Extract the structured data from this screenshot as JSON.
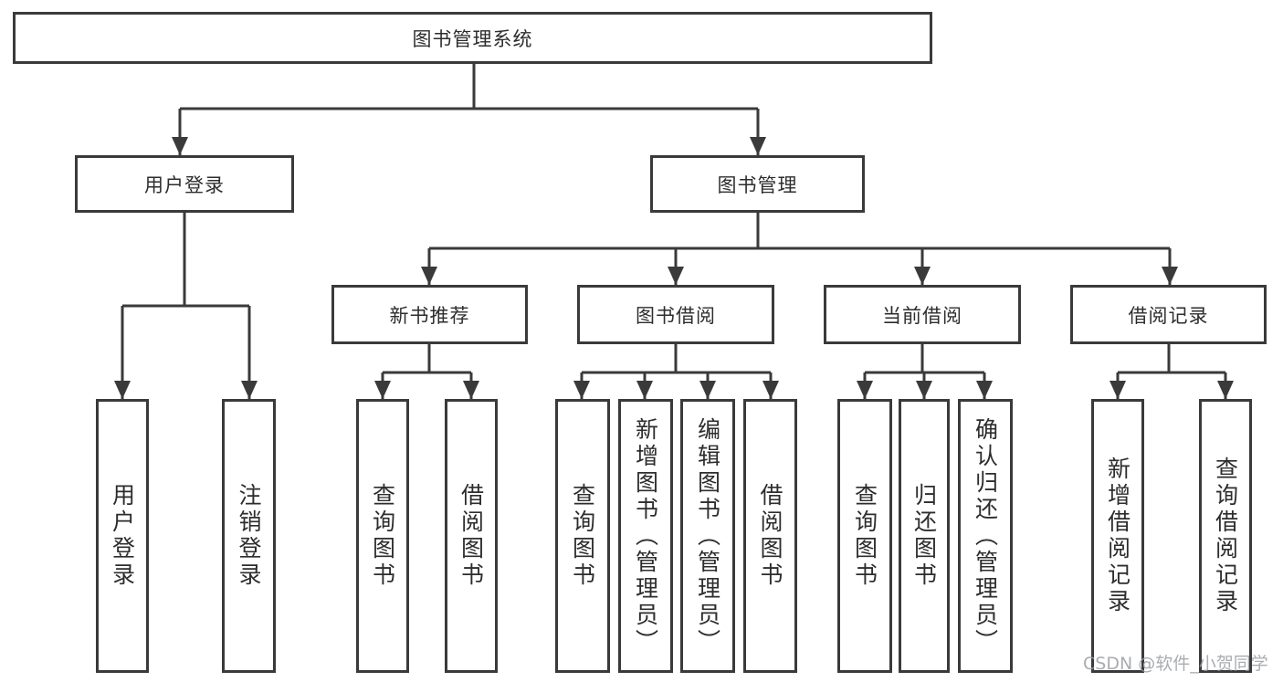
{
  "tree": {
    "root": {
      "label": "图书管理系统"
    },
    "level2": [
      {
        "label": "用户登录",
        "parent": "图书管理系统"
      },
      {
        "label": "图书管理",
        "parent": "图书管理系统"
      }
    ],
    "level3": [
      {
        "label": "新书推荐",
        "parent": "图书管理"
      },
      {
        "label": "图书借阅",
        "parent": "图书管理"
      },
      {
        "label": "当前借阅",
        "parent": "图书管理"
      },
      {
        "label": "借阅记录",
        "parent": "图书管理"
      }
    ],
    "leaves": [
      {
        "label": "用户登录",
        "parent": "用户登录"
      },
      {
        "label": "注销登录",
        "parent": "用户登录"
      },
      {
        "label": "查询图书",
        "parent": "新书推荐"
      },
      {
        "label": "借阅图书",
        "parent": "新书推荐"
      },
      {
        "label": "查询图书",
        "parent": "图书借阅"
      },
      {
        "label": "新增图书（管理员）",
        "parent": "图书借阅"
      },
      {
        "label": "编辑图书（管理员）",
        "parent": "图书借阅"
      },
      {
        "label": "借阅图书",
        "parent": "图书借阅"
      },
      {
        "label": "查询图书",
        "parent": "当前借阅"
      },
      {
        "label": "归还图书",
        "parent": "当前借阅"
      },
      {
        "label": "确认归还（管理员）",
        "parent": "当前借阅"
      },
      {
        "label": "新增借阅记录",
        "parent": "借阅记录"
      },
      {
        "label": "查询借阅记录",
        "parent": "借阅记录"
      }
    ]
  },
  "watermark": {
    "text": "CSDN @软件_小贺同学"
  },
  "colors": {
    "line": "#3a3a3a",
    "text": "#2d2d2d",
    "background": "#ffffff",
    "watermark": "#9b9ea3"
  }
}
